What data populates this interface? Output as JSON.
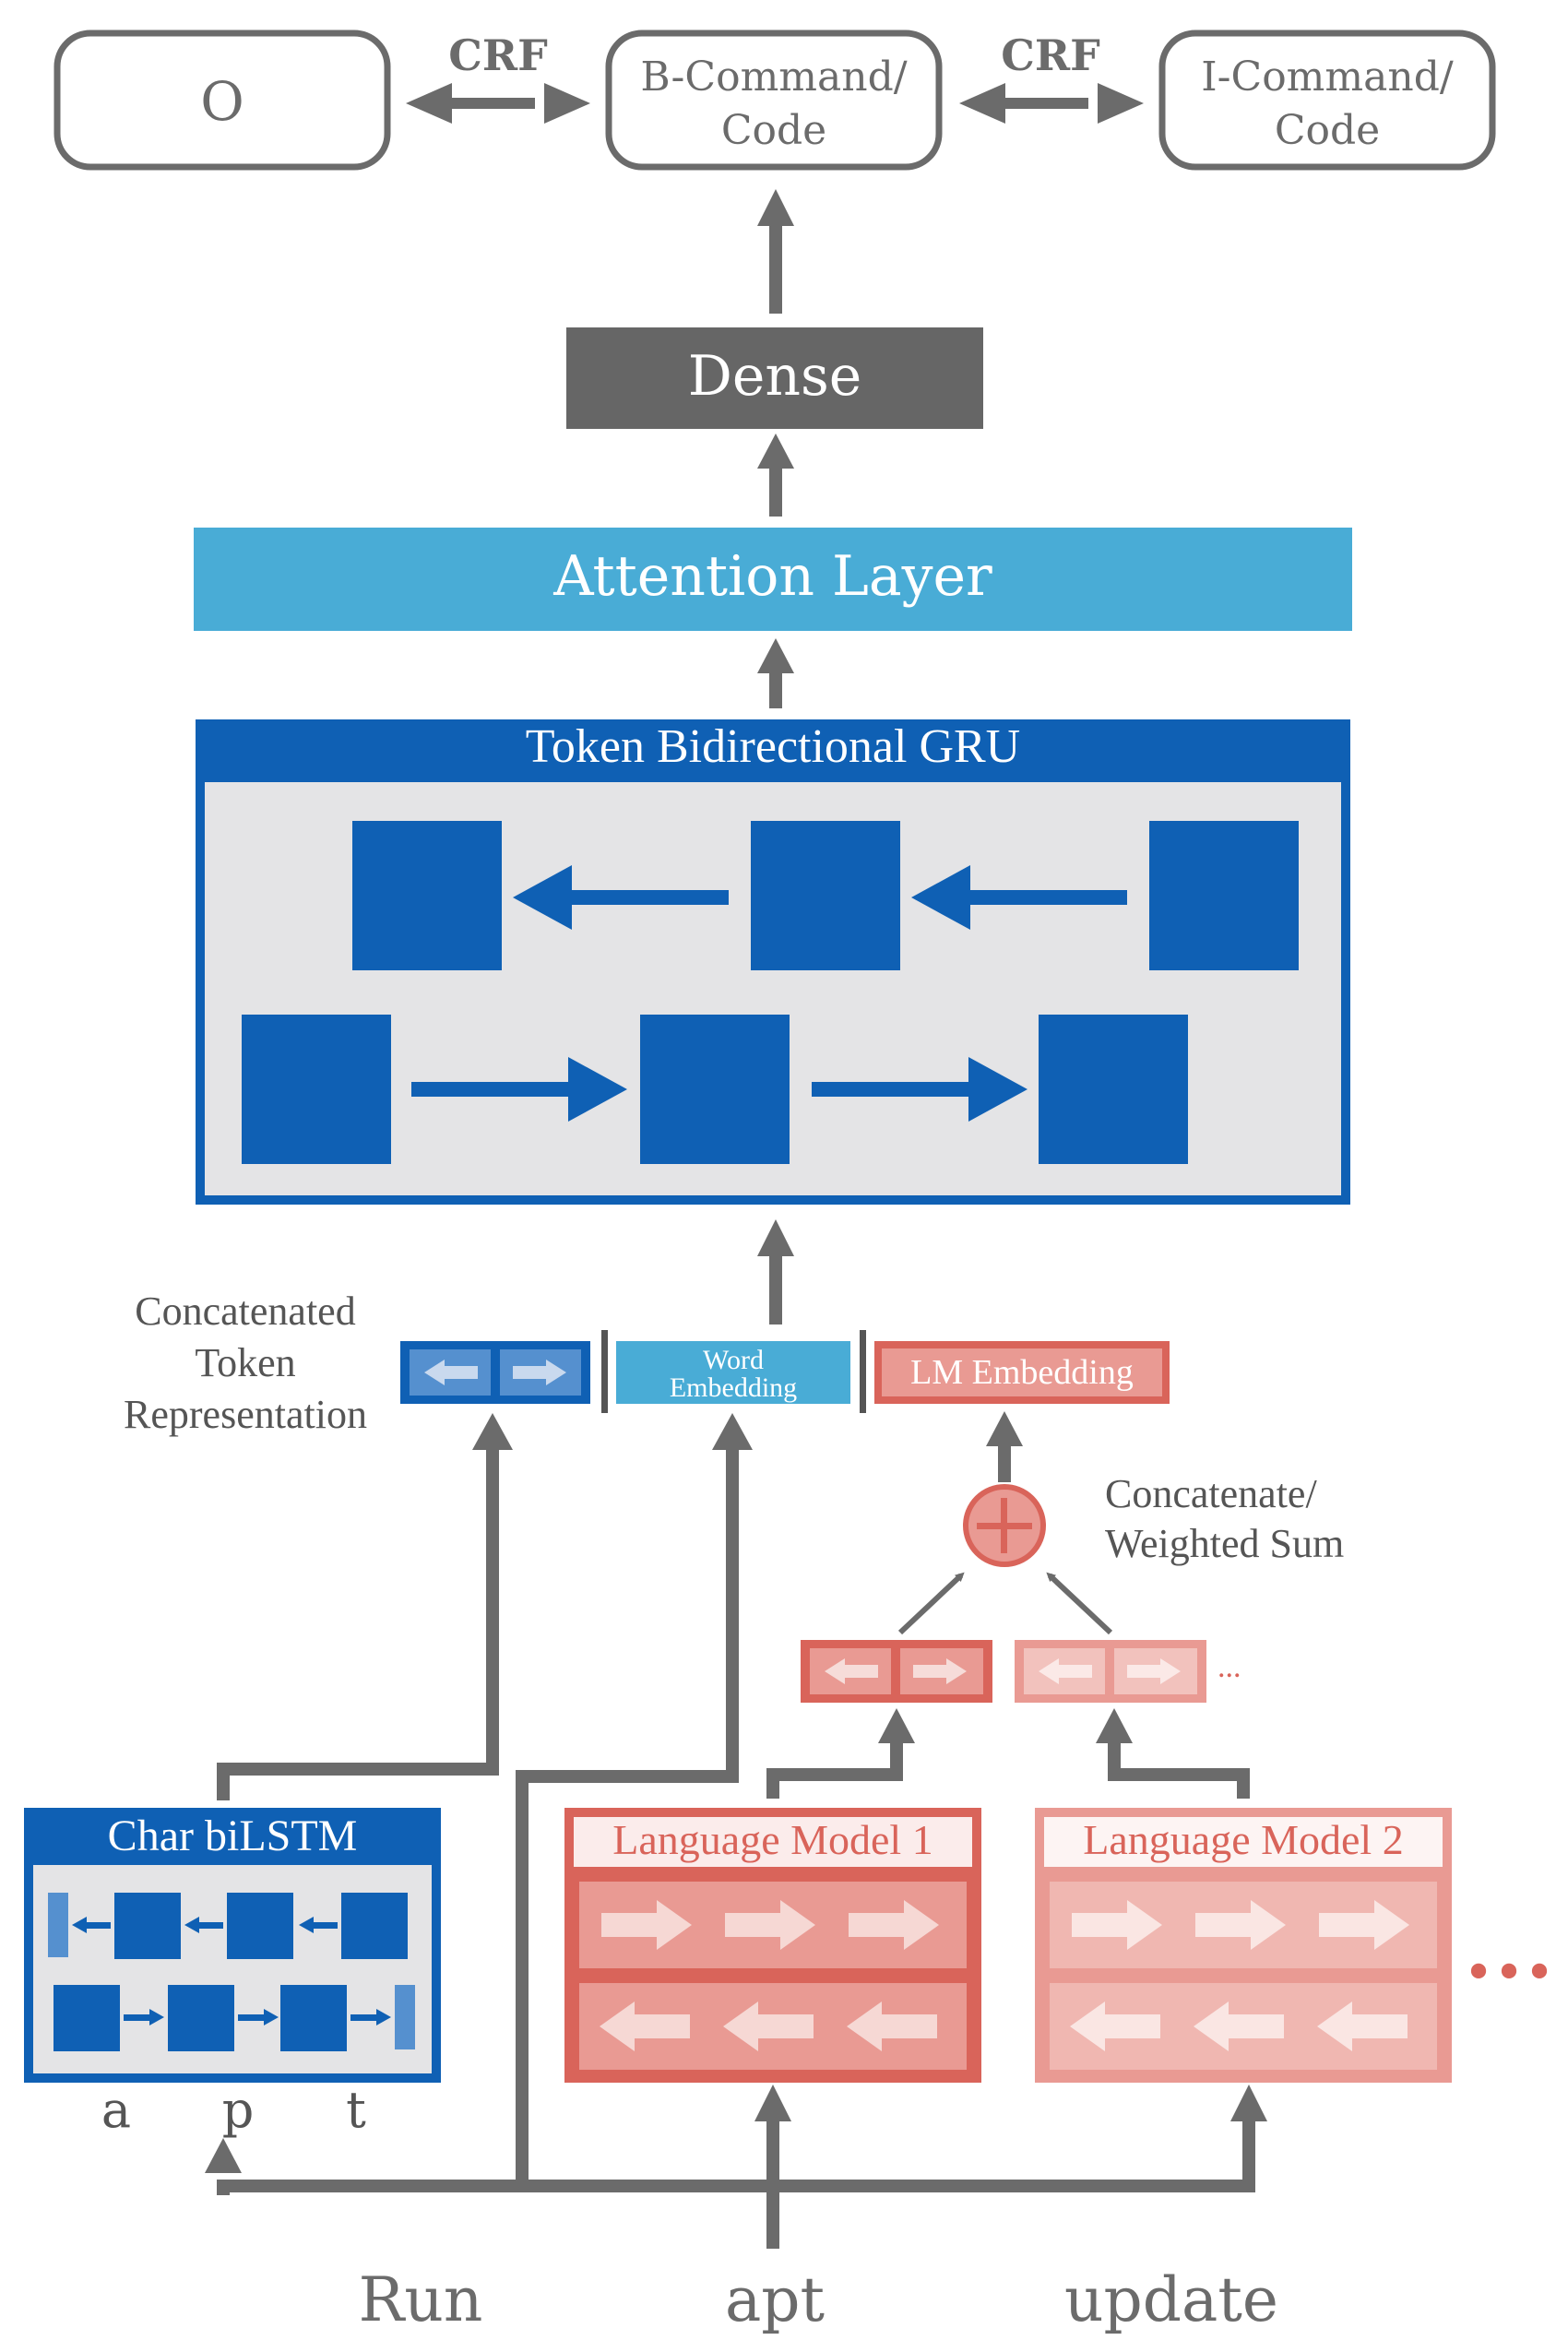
{
  "colors": {
    "gray": "#6b6b6b",
    "dark_gray": "#666666",
    "light_gray_panel": "#e4e4e6",
    "blue_dark": "#0f60b4",
    "blue_light": "#49acd6",
    "blue_soft": "#5590cf",
    "red": "#d9645a",
    "red_light": "#e99a93",
    "white": "#ffffff"
  },
  "output_tags": {
    "o": "O",
    "b_line1": "B-Command/",
    "b_line2": "Code",
    "i_line1": "I-Command/",
    "i_line2": "Code",
    "crf_left": "CRF",
    "crf_right": "CRF"
  },
  "dense": {
    "label": "Dense"
  },
  "attention": {
    "label": "Attention Layer"
  },
  "token_gru": {
    "title": "Token Bidirectional GRU"
  },
  "concat_repr": {
    "line1": "Concatenated",
    "line2": "Token",
    "line3": "Representation",
    "word_emb_line1": "Word",
    "word_emb_line2": "Embedding",
    "lm_emb": "LM Embedding"
  },
  "combine": {
    "line1": "Concatenate/",
    "line2": "Weighted Sum",
    "lm_ellipsis": "..."
  },
  "char_bilstm": {
    "title": "Char biLSTM",
    "chars": [
      "a",
      "p",
      "t"
    ]
  },
  "language_models": {
    "lm1": "Language Model 1",
    "lm2": "Language Model 2",
    "more": "•••"
  },
  "input_tokens": [
    "Run",
    "apt",
    "update"
  ]
}
